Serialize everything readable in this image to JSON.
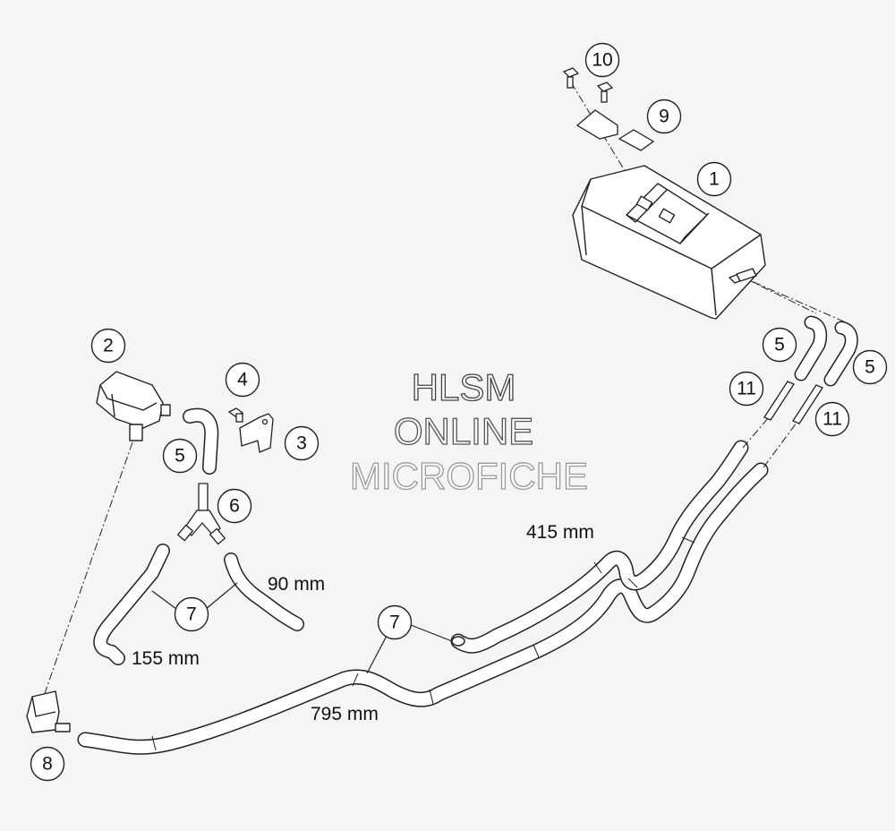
{
  "watermark": {
    "line1": "HLSM",
    "line2": "ONLINE",
    "line3": "MICROFICHE"
  },
  "callouts": [
    {
      "id": "c1",
      "number": "1"
    },
    {
      "id": "c2",
      "number": "2"
    },
    {
      "id": "c3",
      "number": "3"
    },
    {
      "id": "c4",
      "number": "4"
    },
    {
      "id": "c5a",
      "number": "5"
    },
    {
      "id": "c5b",
      "number": "5"
    },
    {
      "id": "c5c",
      "number": "5"
    },
    {
      "id": "c6",
      "number": "6"
    },
    {
      "id": "c7a",
      "number": "7"
    },
    {
      "id": "c7b",
      "number": "7"
    },
    {
      "id": "c8",
      "number": "8"
    },
    {
      "id": "c9",
      "number": "9"
    },
    {
      "id": "c10",
      "number": "10"
    },
    {
      "id": "c11a",
      "number": "11"
    },
    {
      "id": "c11b",
      "number": "11"
    }
  ],
  "dimensions": {
    "hose_90": "90 mm",
    "hose_155": "155 mm",
    "hose_415": "415 mm",
    "hose_795": "795 mm"
  },
  "colors": {
    "background": "#f5f5f5",
    "line": "#222222",
    "part_fill": "#ffffff"
  }
}
